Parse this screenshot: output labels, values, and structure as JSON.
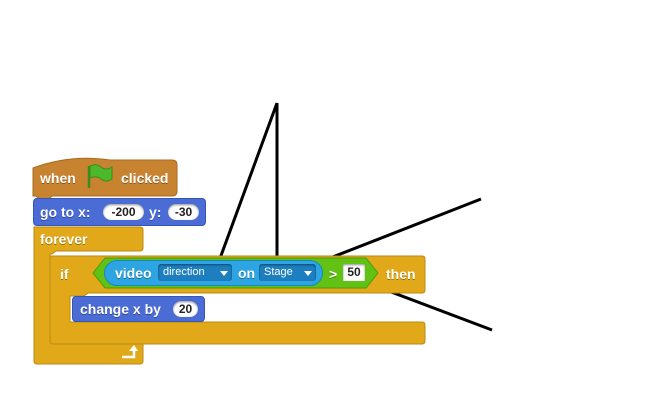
{
  "hat_block": {
    "when": "when",
    "flag_icon": "green-flag-icon",
    "clicked": "clicked"
  },
  "goto_block": {
    "label_go_to_x": "go to x:",
    "x_value": "-200",
    "label_y": "y:",
    "y_value": "-30"
  },
  "forever_block": {
    "label": "forever",
    "loop_icon": "loop-arrow-icon"
  },
  "if_block": {
    "label_if": "if",
    "label_then": "then",
    "comparison": {
      "sensing": {
        "label_video": "video",
        "attribute": "direction",
        "label_on": "on",
        "target": "Stage"
      },
      "operator": ">",
      "value": "50"
    }
  },
  "change_block": {
    "label": "change x by",
    "value": "20"
  },
  "colors": {
    "events": "#c88330",
    "motion": "#4a6cd4",
    "control": "#e1a91a",
    "operators": "#62c213",
    "sensing": "#2ca5e2",
    "annotation": "#000000"
  }
}
